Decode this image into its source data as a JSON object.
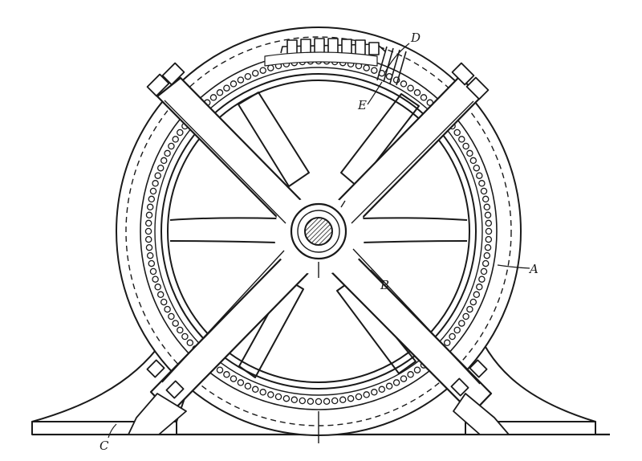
{
  "figure": {
    "ink_color": "#1a1a1a",
    "paper_color": "#ffffff",
    "labels": {
      "D": "D",
      "E": "E",
      "A": "A",
      "B": "B",
      "C": "C"
    }
  }
}
